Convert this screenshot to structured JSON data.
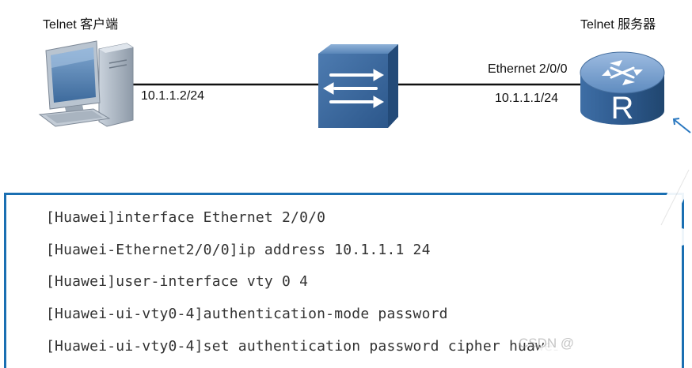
{
  "nodes": {
    "client_label": "Telnet 客户端",
    "server_label": "Telnet 服务器",
    "client_ip": "10.1.1.2/24",
    "server_interface": "Ethernet 2/0/0",
    "server_ip": "10.1.1.1/24",
    "router_letter": "R"
  },
  "commands": [
    "[Huawei]interface Ethernet 2/0/0",
    "[Huawei-Ethernet2/0/0]ip address 10.1.1.1 24",
    "[Huawei]user-interface vty 0 4",
    "[Huawei-ui-vty0-4]authentication-mode password",
    "[Huawei-ui-vty0-4]set authentication password cipher huawei"
  ],
  "watermark": {
    "text": "CSDN @"
  },
  "colors": {
    "device_blue": "#2f5f96",
    "device_light": "#6f9ccc",
    "box_border": "#1a6fb2",
    "line": "#111111"
  }
}
